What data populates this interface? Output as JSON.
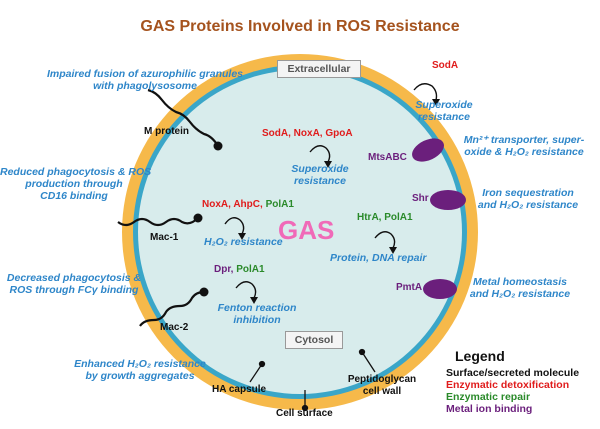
{
  "title": "GAS Proteins Involved in ROS Resistance",
  "center_label": "GAS",
  "compartments": {
    "extracellular": "Extracellular",
    "cytosol": "Cytosol"
  },
  "effects": {
    "impaired_fusion": [
      "Impaired fusion of azurophilic granules",
      "with phagolysosome"
    ],
    "reduced_phagocytosis_cd16": [
      "Reduced phagocytosis & ROS",
      "production through",
      "CD16 binding"
    ],
    "decreased_phagocytosis_fc": [
      "Decreased phagocytosis &",
      "ROS through FCγ binding"
    ],
    "enhanced_h2o2_label": "Enhanced H₂O₂ resistance",
    "enhanced_h2o2_sub": "by growth aggregates",
    "sodA_outer": [
      "Superoxide",
      "resistance"
    ],
    "mtsabc": [
      "Mn²⁺ transporter, super-",
      "oxide & H₂O₂ resistance"
    ],
    "shr": [
      "Iron sequestration",
      "and H₂O₂ resistance"
    ],
    "pmta": [
      "Metal homeostasis",
      "and H₂O₂ resistance"
    ],
    "inner_superoxide": [
      "Superoxide",
      "resistance"
    ],
    "inner_h2o2": "H₂O₂ resistance",
    "inner_protein_dna": "Protein, DNA repair",
    "inner_fenton": [
      "Fenton reaction",
      "inhibition"
    ]
  },
  "proteins": {
    "m_protein": "M protein",
    "mac1": "Mac-1",
    "mac2": "Mac-2",
    "sodA_outer": "SodA",
    "mtsabc": "MtsABC",
    "shr": "Shr",
    "pmta": "PmtA",
    "sodA_inner": "SodA,",
    "noxA_inner": "NoxA,",
    "gpoA_inner": "GpoA",
    "noxA_2": "NoxA,",
    "ahpC": "AhpC,",
    "polA1_a": "PolA1",
    "htrA": "HtrA,",
    "polA1_b": "PolA1",
    "dpr": "Dpr,",
    "polA1_c": "PolA1"
  },
  "structures": {
    "ha_capsule": "HA capsule",
    "cell_surface": "Cell surface",
    "peptidoglycan": [
      "Peptidoglycan",
      "cell wall"
    ]
  },
  "legend": {
    "title": "Legend",
    "items": [
      {
        "label": "Surface/secreted molecule",
        "color": "#111111"
      },
      {
        "label": "Enzymatic detoxification",
        "color": "#e01c1c"
      },
      {
        "label": "Enzymatic repair",
        "color": "#2a8a2a"
      },
      {
        "label": "Metal ion binding",
        "color": "#6b1f7c"
      }
    ]
  },
  "colors": {
    "capsule": "#f6b94a",
    "cell_wall": "#3aa6c8",
    "cytoplasm": "#d8ecec",
    "transporter": "#6b1f7c",
    "text_function": "#2e86c9",
    "title": "#a5531e"
  }
}
